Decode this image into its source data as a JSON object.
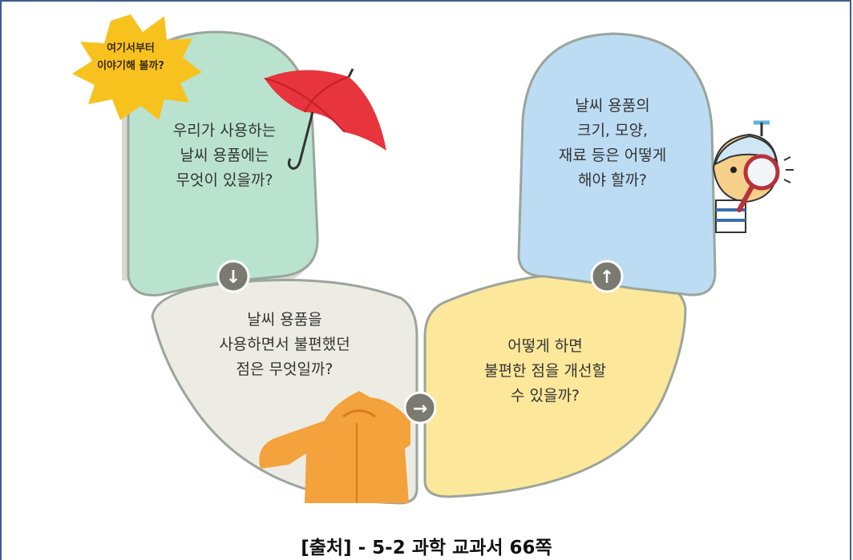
{
  "burst": {
    "lines": [
      "여기서부터",
      "이야기해 볼까?"
    ],
    "color": "#f7c21e"
  },
  "cards": {
    "top_left": {
      "lines": [
        "우리가 사용하는",
        "날씨 용품에는",
        "무엇이 있을까?"
      ],
      "color": "#b9e3cf"
    },
    "bottom_left": {
      "lines": [
        "날씨 용품을",
        "사용하면서 불편했던",
        "점은 무엇일까?"
      ],
      "color": "#ecece4"
    },
    "bottom_right": {
      "lines": [
        "어떻게 하면",
        "불편한 점을 개선할",
        "수 있을까?"
      ],
      "color": "#fde79a"
    },
    "top_right": {
      "lines": [
        "날씨 용품의",
        "크기, 모양,",
        "재료 등은 어떻게",
        "해야 할까?"
      ],
      "color": "#bcdcf3"
    }
  },
  "arrows": {
    "down": "↓",
    "right": "→",
    "up": "↑",
    "color": "#7a7a70"
  },
  "caption": "[출처] - 5-2 과학 교과서 66쪽"
}
